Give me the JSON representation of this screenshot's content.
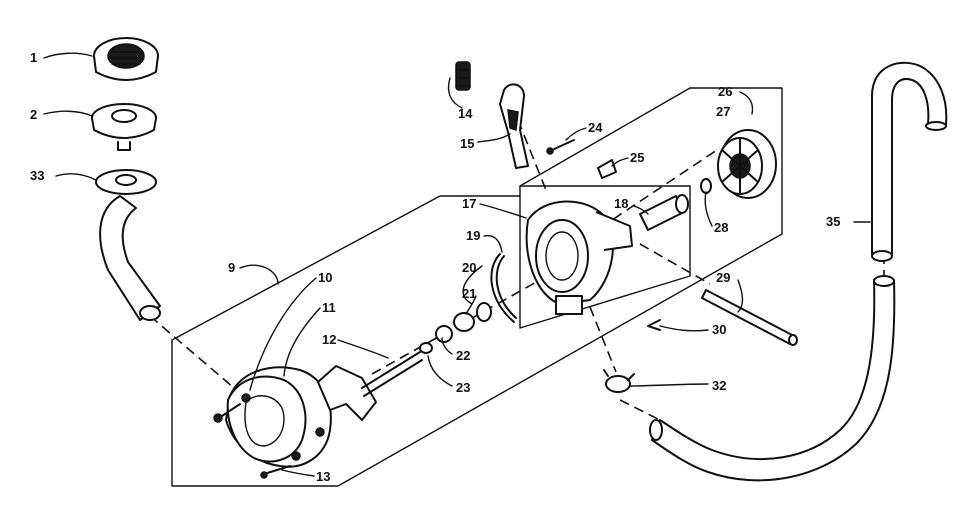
{
  "labels": {
    "p1": "1",
    "p2": "2",
    "p33": "33",
    "p9": "9",
    "p10": "10",
    "p11": "11",
    "p12": "12",
    "p13": "13",
    "p14": "14",
    "p15": "15",
    "p17": "17",
    "p18": "18",
    "p19": "19",
    "p20": "20",
    "p21": "21",
    "p22": "22",
    "p23": "23",
    "p24": "24",
    "p25": "25",
    "p26": "26",
    "p27": "27",
    "p28": "28",
    "p29": "29",
    "p30": "30",
    "p32": "32",
    "p35": "35"
  }
}
